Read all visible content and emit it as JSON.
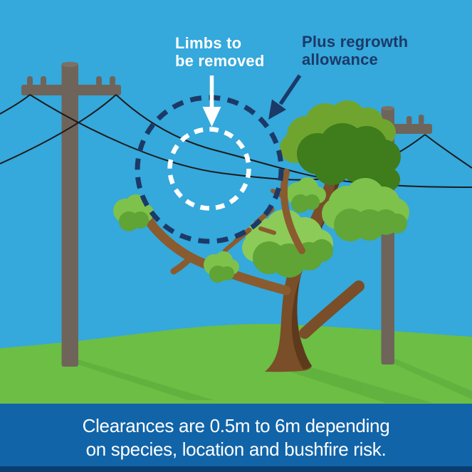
{
  "labels": {
    "limbs": {
      "line1": "Limbs to",
      "line2": "be removed"
    },
    "regrowth": {
      "line1": "Plus regrowth",
      "line2": "allowance"
    }
  },
  "footer": {
    "line1": "Clearances are 0.5m to 6m depending",
    "line2": "on species, location and bushfire risk."
  },
  "colors": {
    "sky": "#35a8dc",
    "grass": "#6cbe45",
    "grass_shadow": "#4d9c33",
    "wire": "#1b1b1b",
    "pole": "#6f645a",
    "pole_cap": "#7b7165",
    "trunk": "#7a4e28",
    "trunk_dark": "#5e3a1c",
    "branch": "#8a5b2e",
    "foliage_light": "#7ec24c",
    "foliage_lighter": "#8ccb58",
    "foliage_mid": "#5fa434",
    "foliage_mid2": "#61a637",
    "foliage_olive": "#6fa52f",
    "foliage_dark": "#3f7c1b",
    "navy": "#1b3a67",
    "white": "#ffffff",
    "footer_bg": "#1164a8",
    "footer_strip": "#0a3e72"
  }
}
